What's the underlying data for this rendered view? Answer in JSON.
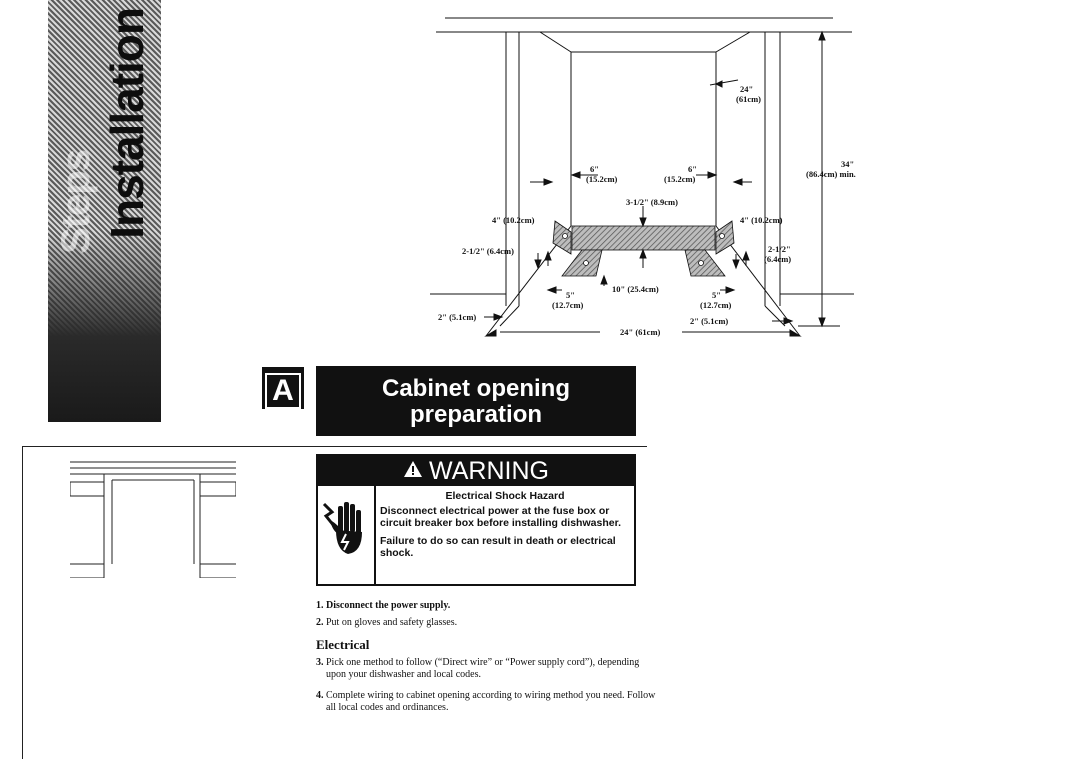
{
  "banner": {
    "title_line1": "Steps",
    "title_line2": "Installation"
  },
  "diagram": {
    "labels": {
      "d24_in": "24\"",
      "d24_cm": "(61cm)",
      "d34_in": "34\"",
      "d34_cm": "(86.4cm) min.",
      "d6_left_in": "6\"",
      "d6_left_cm": "(15.2cm)",
      "d6_right_in": "6\"",
      "d6_right_cm": "(15.2cm)",
      "d3half": "3-1/2\" (8.9cm)",
      "d4_left": "4\" (10.2cm)",
      "d4_right": "4\" (10.2cm)",
      "d2half_left": "2-1/2\" (6.4cm)",
      "d2half_right_in": "2-1/2\"",
      "d2half_right_cm": "(6.4cm)",
      "d5_left_in": "5\"",
      "d5_left_cm": "(12.7cm)",
      "d10": "10\" (25.4cm)",
      "d5_right_in": "5\"",
      "d5_right_cm": "(12.7cm)",
      "d2_left": "2\" (5.1cm)",
      "d2_right": "2\" (5.1cm)",
      "d24_bottom": "24\" (61cm)"
    }
  },
  "step_letter": "A",
  "section": {
    "title_line1": "Cabinet opening",
    "title_line2": "preparation"
  },
  "warning": {
    "header": "WARNING",
    "subtitle": "Electrical Shock Hazard",
    "para1": "Disconnect electrical power at the fuse box or circuit breaker box before installing dishwasher.",
    "para2": "Failure to do so can result in death or electrical shock.",
    "icon": "electrical-shock-hand-icon"
  },
  "steps": {
    "s1_num": "1.",
    "s1_text": "Disconnect the power supply.",
    "s2_num": "2.",
    "s2_text": "Put on gloves and safety glasses.",
    "electrical_heading": "Electrical",
    "s3_num": "3.",
    "s3_text": "Pick one method to follow (“Direct wire” or “Power supply cord”), depending upon your dishwasher and local codes.",
    "s4_num": "4.",
    "s4_text": "Complete wiring to cabinet opening according to wiring method you need. Follow all local codes and ordinances."
  }
}
